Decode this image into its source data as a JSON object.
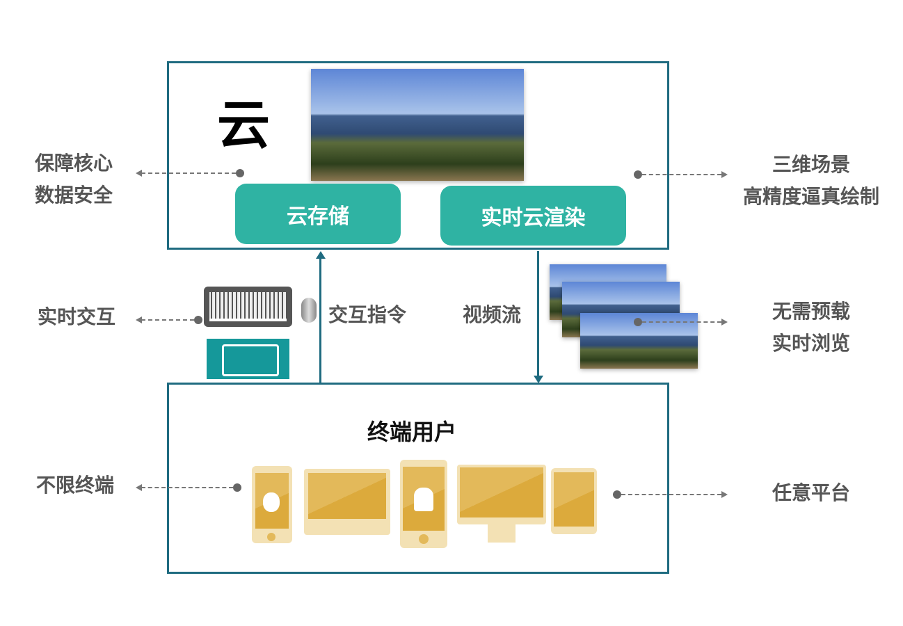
{
  "cloud": {
    "title": "云",
    "storage_button": "云存储",
    "render_button": "实时云渲染"
  },
  "left_labels": {
    "security": [
      "保障核心",
      "数据安全"
    ],
    "interaction": "实时交互",
    "terminals": "不限终端"
  },
  "right_labels": {
    "rendering": [
      "三维场景",
      "高精度逼真绘制"
    ],
    "preload": [
      "无需预载",
      "实时浏览"
    ],
    "platform": "任意平台"
  },
  "flows": {
    "up": "交互指令",
    "down": "视频流"
  },
  "terminal": {
    "title": "终端用户"
  },
  "colors": {
    "border": "#1f6b80",
    "button": "#2fb3a3",
    "label": "#555555",
    "device": "#f3e1b4"
  }
}
